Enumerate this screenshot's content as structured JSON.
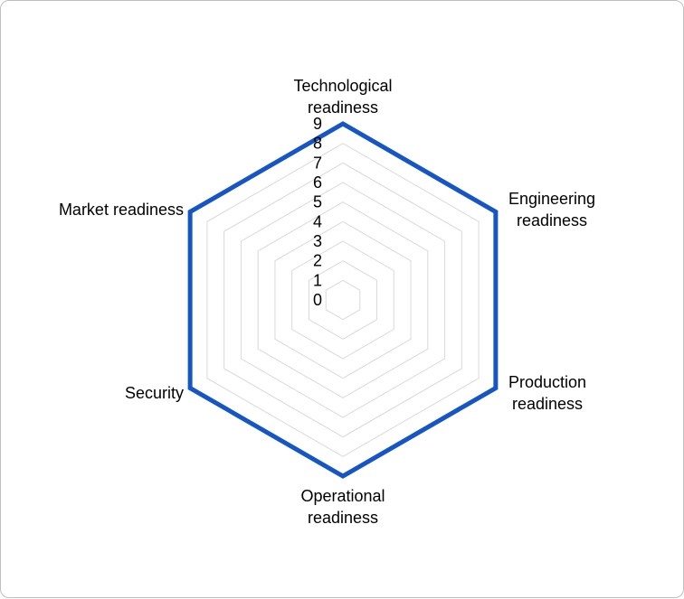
{
  "chart_data": {
    "type": "radar",
    "categories": [
      [
        "Technological",
        "readiness"
      ],
      [
        "Engineering",
        "readiness"
      ],
      [
        "Production",
        "readiness"
      ],
      [
        "Operational",
        "readiness"
      ],
      [
        "Security"
      ],
      [
        "Market readiness"
      ]
    ],
    "series": [
      {
        "values": [
          9,
          9,
          9,
          9,
          9,
          9
        ],
        "color": "#1555c4"
      }
    ],
    "ticks": [
      "0",
      "1",
      "2",
      "3",
      "4",
      "5",
      "6",
      "7",
      "8",
      "9"
    ],
    "rlim": [
      0,
      9
    ],
    "grid": true,
    "grid_color": "#d9d9d9",
    "legend": "none"
  }
}
